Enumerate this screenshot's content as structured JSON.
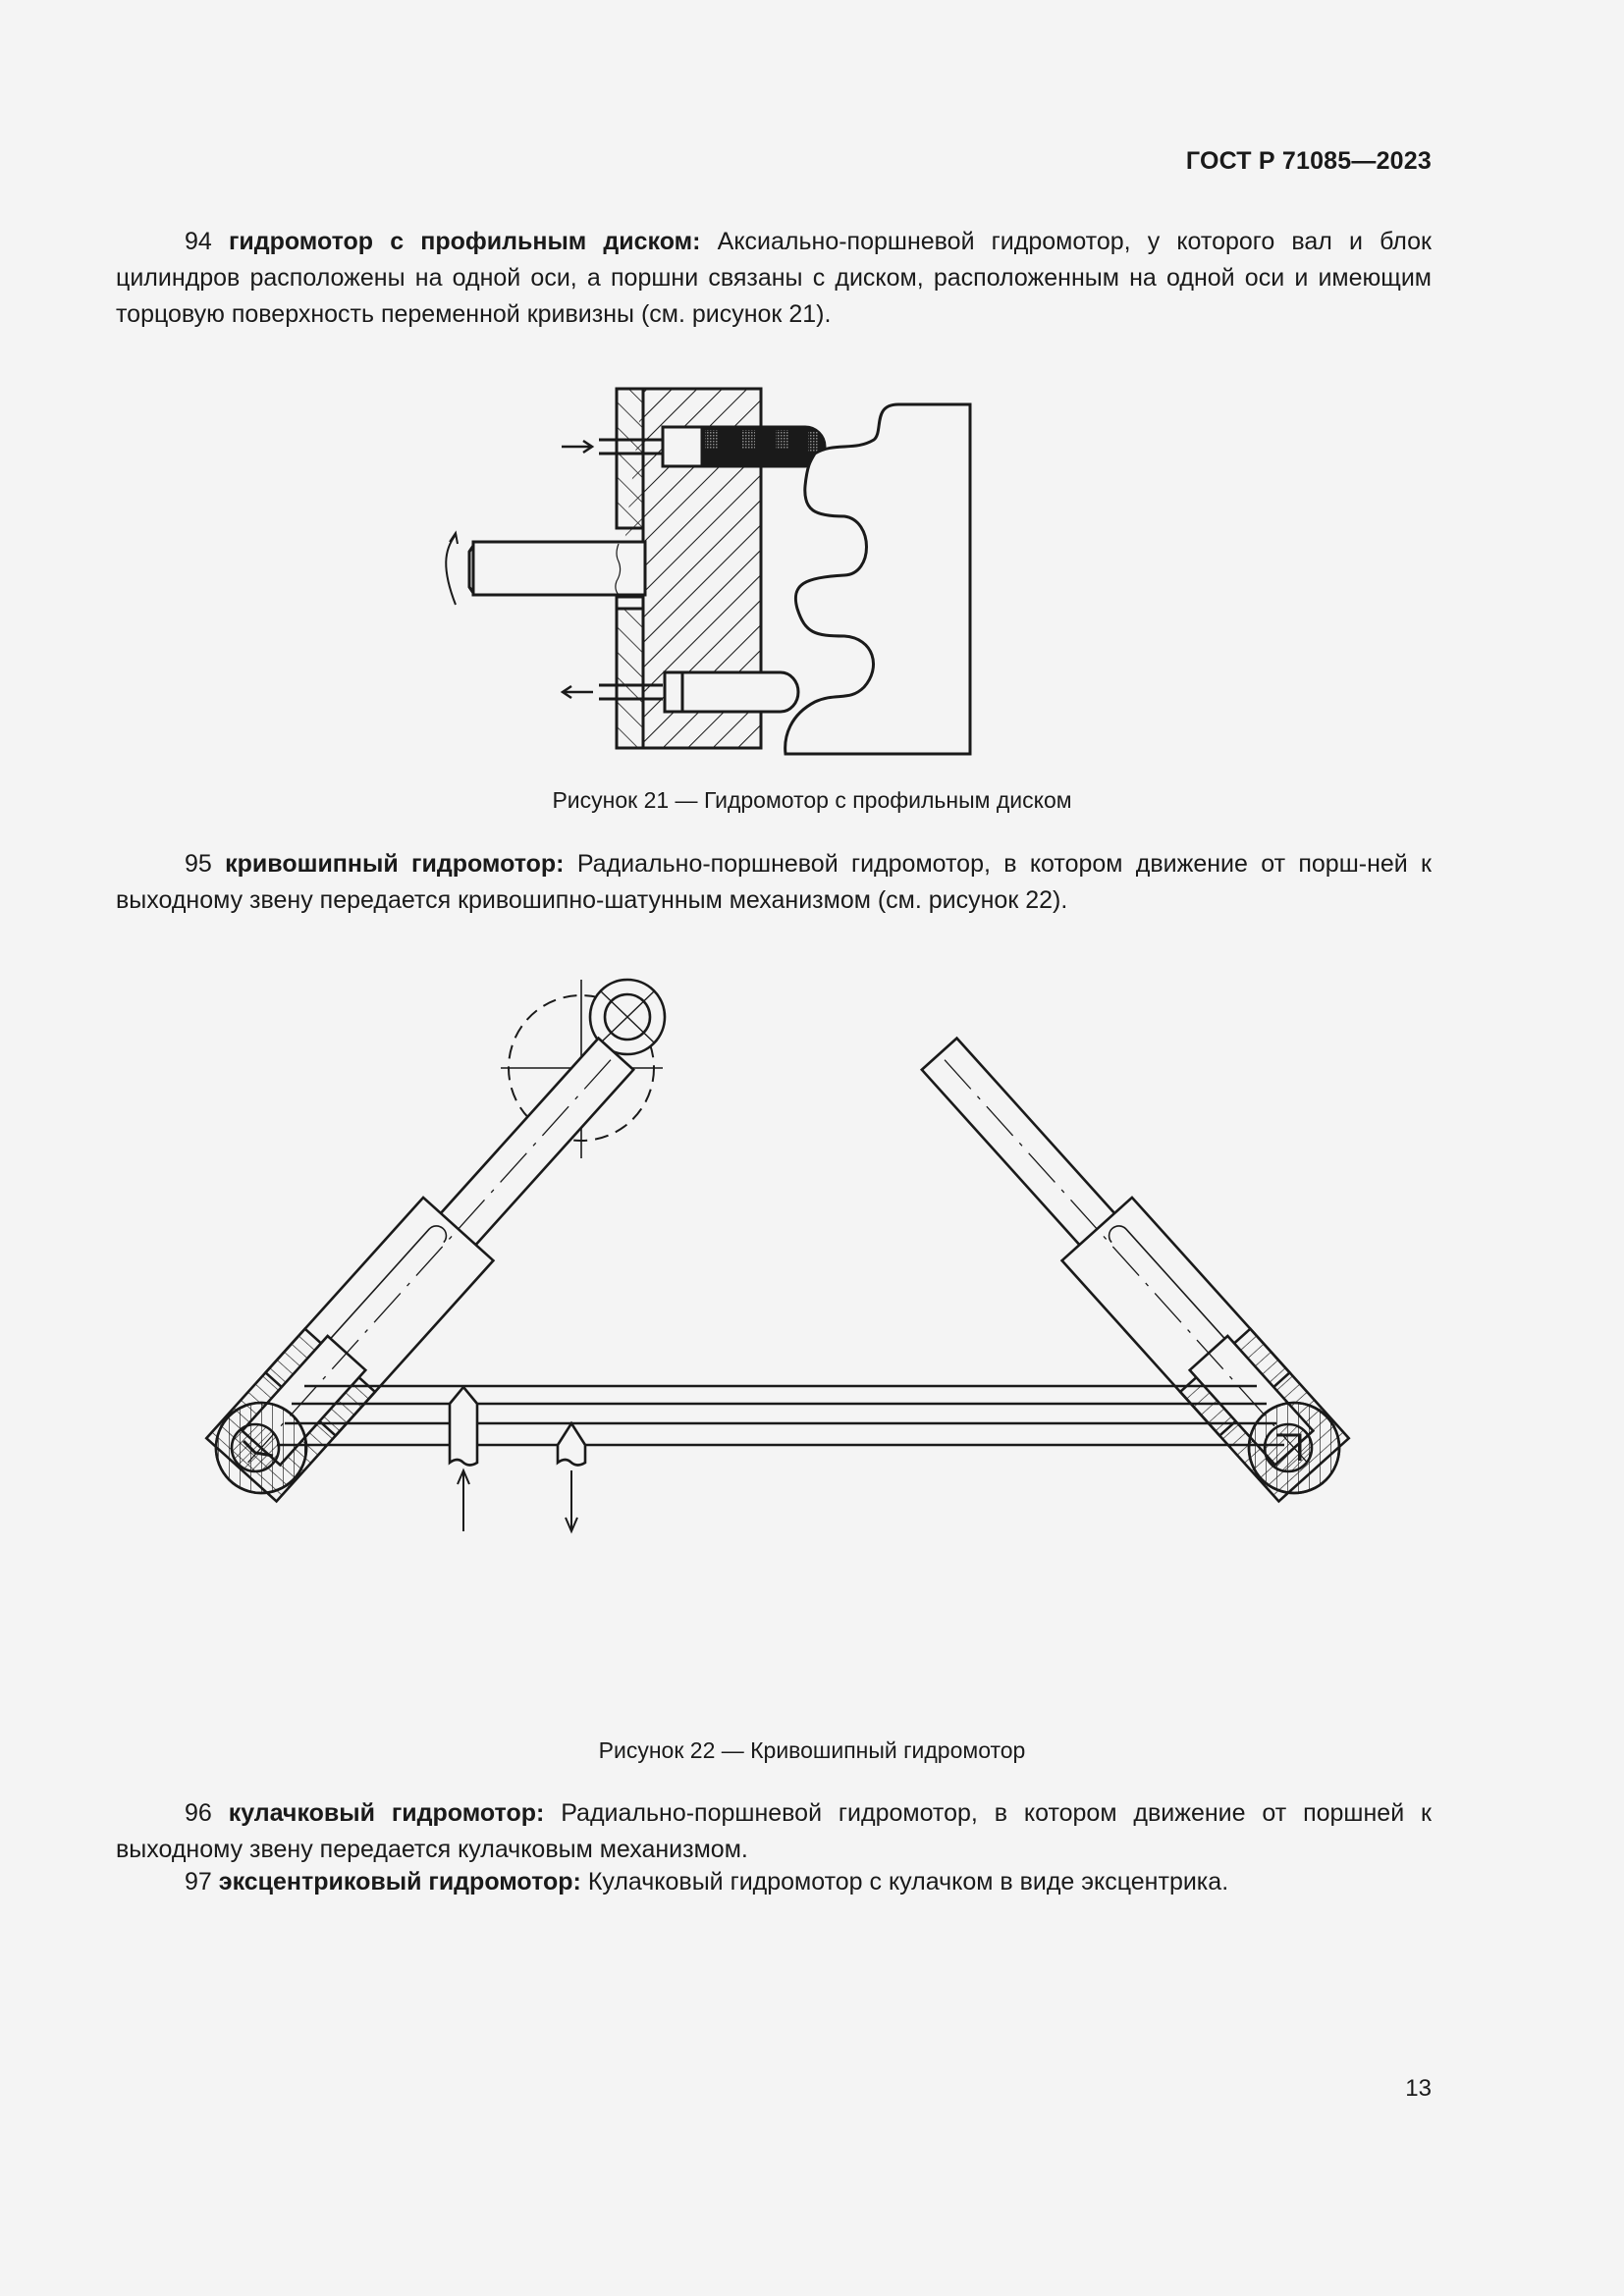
{
  "header": {
    "document_code": "ГОСТ Р 71085—2023"
  },
  "terms": [
    {
      "number": "94",
      "term": "гидромотор с профильным диском:",
      "definition": "Аксиально-поршневой гидромотор, у которого вал и блок цилиндров расположены на одной оси, а поршни связаны с диском, расположенным на одной оси и имеющим торцовую поверхность переменной кривизны (см. рисунок 21)."
    },
    {
      "number": "95",
      "term": "кривошипный гидромотор:",
      "definition": "Радиально-поршневой гидромотор, в котором движение от порш-ней к выходному звену передается кривошипно-шатунным механизмом (см. рисунок 22)."
    },
    {
      "number": "96",
      "term": "кулачковый гидромотор:",
      "definition": "Радиально-поршневой гидромотор, в котором движение от поршней к выходному звену передается кулачковым механизмом."
    },
    {
      "number": "97",
      "term": "эксцентриковый гидромотор:",
      "definition": "Кулачковый гидромотор с кулачком в виде эксцентрика."
    }
  ],
  "figures": [
    {
      "id": "figure-21",
      "caption": "Рисунок 21 — Гидромотор с профильным диском",
      "arrows": [
        "inflow-right",
        "outflow-left",
        "rotation-ccw"
      ]
    },
    {
      "id": "figure-22",
      "caption": "Рисунок 22 — Кривошипный гидромотор",
      "arrows": [
        "inflow-up",
        "outflow-down"
      ]
    }
  ],
  "footer": {
    "page_number": "13"
  },
  "colors": {
    "background": "#f4f4f4",
    "ink": "#1a1a1a"
  }
}
